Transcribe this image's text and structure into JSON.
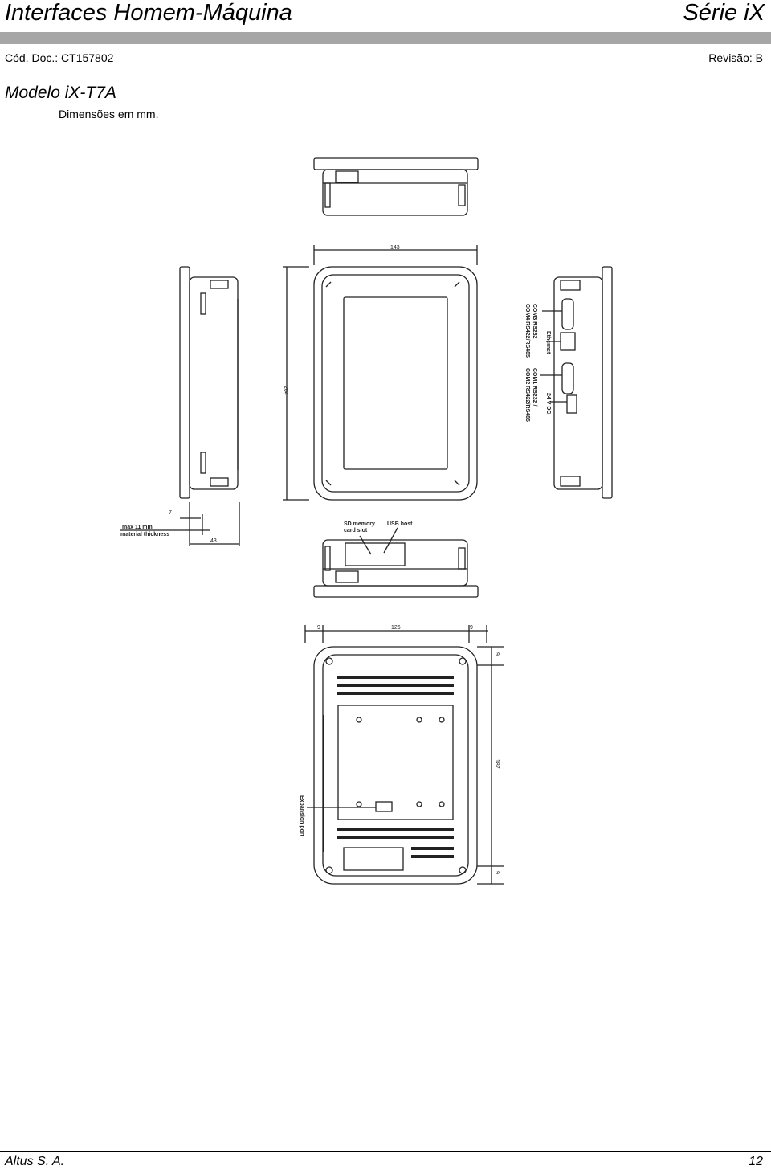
{
  "header": {
    "title": "Interfaces Homem-Máquina",
    "series": "Série iX",
    "doc_code": "Cód. Doc.: CT157802",
    "revision": "Revisão: B"
  },
  "content": {
    "model": "Modelo iX-T7A",
    "dimensions_note": "Dimensões em mm."
  },
  "drawing": {
    "dim_width": "143",
    "dim_height": "204",
    "dim_depth": "43",
    "dim_bezel": "7",
    "max_thickness": "max 11  mm",
    "material_thickness": "material thickness",
    "ports": {
      "com3": "COM3 RS232",
      "com4": "COM4 RS422/RS485",
      "ethernet": "Ethernet",
      "com1": "COM1 RS232 /",
      "com2": "COM2 RS422/RS485",
      "power": "24 V DC"
    },
    "sd_card": "SD memory",
    "sd_card2": "card slot",
    "usb_host": "USB host",
    "rear_left": "9",
    "rear_mid": "126",
    "rear_right": "9",
    "rear_top": "9",
    "rear_height": "187",
    "rear_bottom": "9",
    "expansion_port": "Expansion port"
  },
  "footer": {
    "company": "Altus S. A.",
    "page": "12"
  }
}
